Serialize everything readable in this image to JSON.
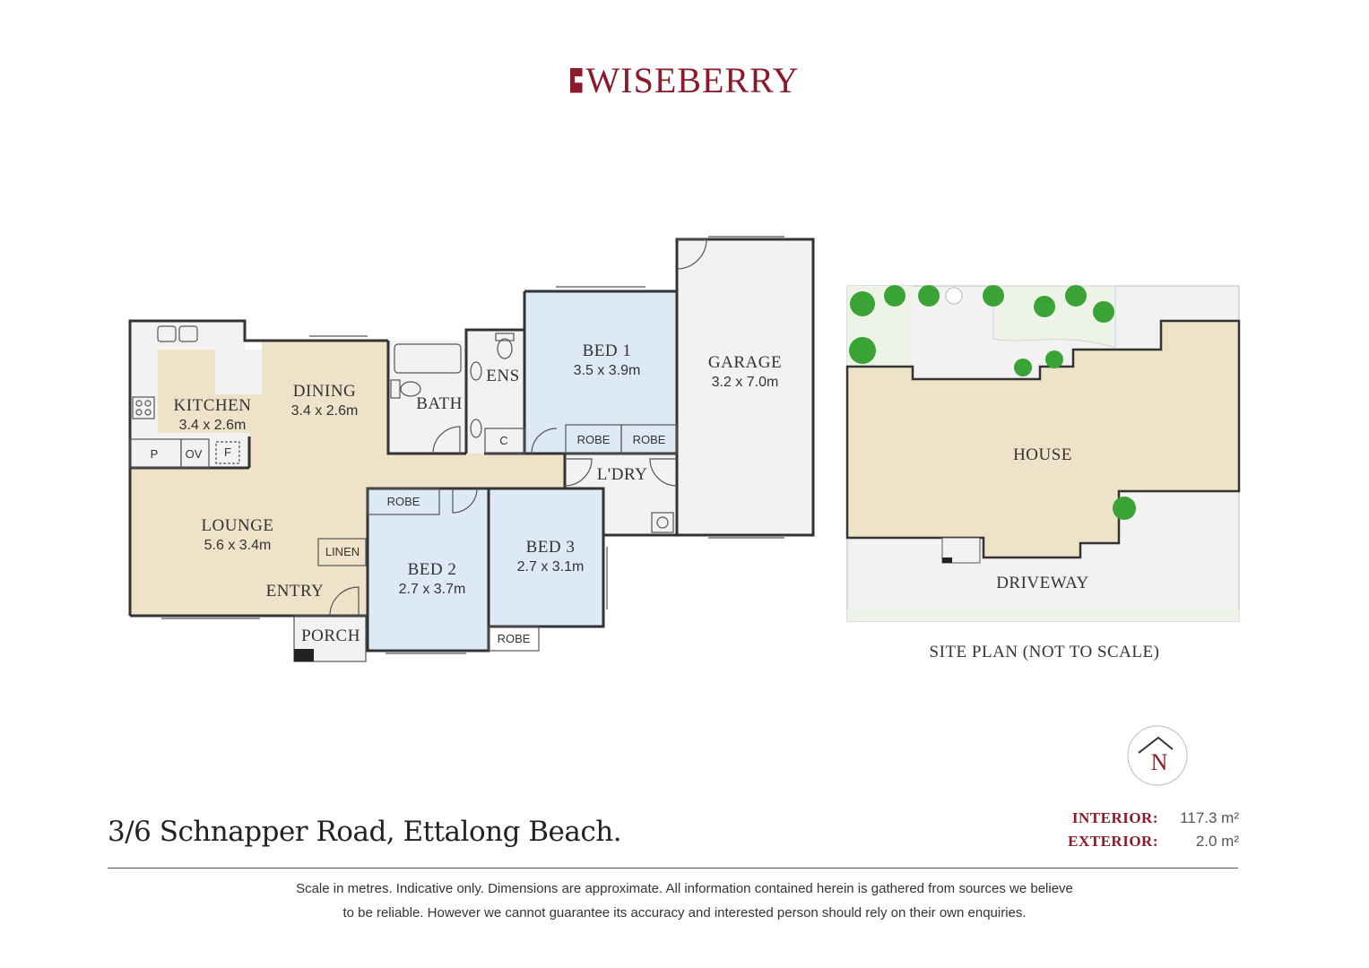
{
  "brand": {
    "name": "WISEBERRY",
    "color": "#8b1a2b"
  },
  "address": "3/6 Schnapper Road, Ettalong Beach.",
  "rooms": {
    "kitchen": {
      "name": "KITCHEN",
      "dims": "3.4 x 2.6m"
    },
    "dining": {
      "name": "DINING",
      "dims": "3.4 x 2.6m"
    },
    "lounge": {
      "name": "LOUNGE",
      "dims": "5.6 x 3.4m"
    },
    "bed1": {
      "name": "BED 1",
      "dims": "3.5 x 3.9m"
    },
    "bed2": {
      "name": "BED 2",
      "dims": "2.7 x 3.7m"
    },
    "bed3": {
      "name": "BED 3",
      "dims": "2.7 x 3.1m"
    },
    "garage": {
      "name": "GARAGE",
      "dims": "3.2 x 7.0m"
    },
    "bath": "BATH",
    "ens": "ENS",
    "laundry": "L'DRY",
    "entry": "ENTRY",
    "porch": "PORCH"
  },
  "fixtures": {
    "robe": "ROBE",
    "linen": "LINEN",
    "pantry": "P",
    "oven": "OV",
    "fridge": "F",
    "cupboard": "C"
  },
  "site_plan": {
    "house": "HOUSE",
    "driveway": "DRIVEWAY",
    "caption": "SITE PLAN (NOT TO SCALE)"
  },
  "compass": "N",
  "areas": {
    "interior_label": "INTERIOR:",
    "interior_value": "117.3 m²",
    "exterior_label": "EXTERIOR:",
    "exterior_value": "2.0 m²"
  },
  "disclaimer": {
    "line1": "Scale in metres. Indicative only. Dimensions are approximate. All information contained herein is gathered from sources we believe",
    "line2": "to be reliable. However we cannot guarantee its accuracy and interested person should rely on their own enquiries."
  },
  "colors": {
    "living": "#eee2c8",
    "bedroom": "#dde9f5",
    "wet": "#f2f2f2",
    "wall": "#333333",
    "tree": "#3aa335",
    "garden": "#eef3e8"
  }
}
